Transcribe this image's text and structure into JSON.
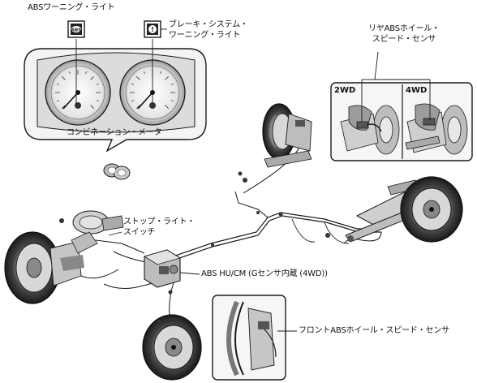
{
  "labels": {
    "abs_warning_light": "ABSワーニング・ライト",
    "brake_warning_light_1": "ブレーキ・システム・",
    "brake_warning_light_2": "ワーニング・ライト",
    "combination_meter": "コンビネーション・メータ",
    "rear_abs_sensor_1": "リヤABSホイール・",
    "rear_abs_sensor_2": "スピード・センサ",
    "stop_light_switch_1": "ストップ・ライト・",
    "stop_light_switch_2": "スイッチ",
    "abs_hu_cm": "ABS HU/CM (Gセンサ内蔵 (4WD))",
    "front_abs_sensor": "フロントABSホイール・スピード・センサ"
  },
  "insets": {
    "two_wd": "2WD",
    "four_wd": "4WD"
  },
  "icons": {
    "abs_lamp": "ABS",
    "brake_lamp": "!"
  },
  "colors": {
    "line": "#1a1a1a",
    "panel": "#f2f2f2",
    "shade": "#7a7a7a"
  }
}
